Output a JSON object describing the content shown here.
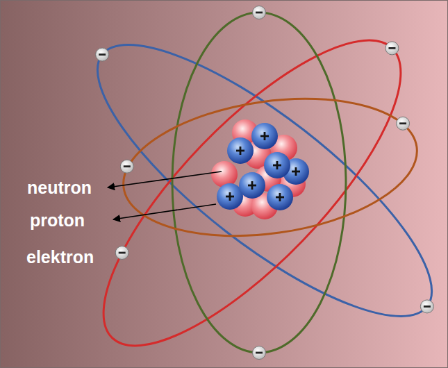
{
  "diagram": {
    "labels": [
      "neutron",
      "proton",
      "elektron"
    ]
  }
}
